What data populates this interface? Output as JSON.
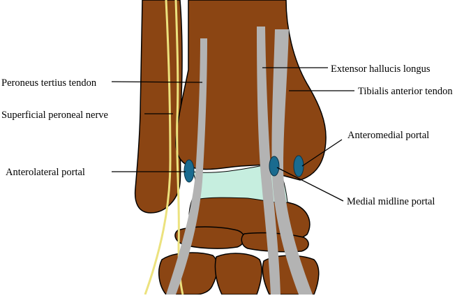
{
  "colors": {
    "bone": "#8B4513",
    "bone_outline": "#000000",
    "cartilage": "#c6eedf",
    "tendon": "#b3b3b3",
    "nerve": "#ece27e",
    "portal": "#1a6b8f",
    "leader": "#000000"
  },
  "labels": {
    "peroneus_tertius": "Peroneus tertius tendon",
    "superficial_peroneal_nerve": "Superficial peroneal nerve",
    "anterolateral_portal": "Anterolateral portal",
    "extensor_hallucis_longus": "Extensor hallucis longus",
    "tibialis_anterior": "Tibialis anterior tendon",
    "anteromedial_portal": "Anteromedial  portal",
    "medial_midline_portal": "Medial midline portal"
  }
}
